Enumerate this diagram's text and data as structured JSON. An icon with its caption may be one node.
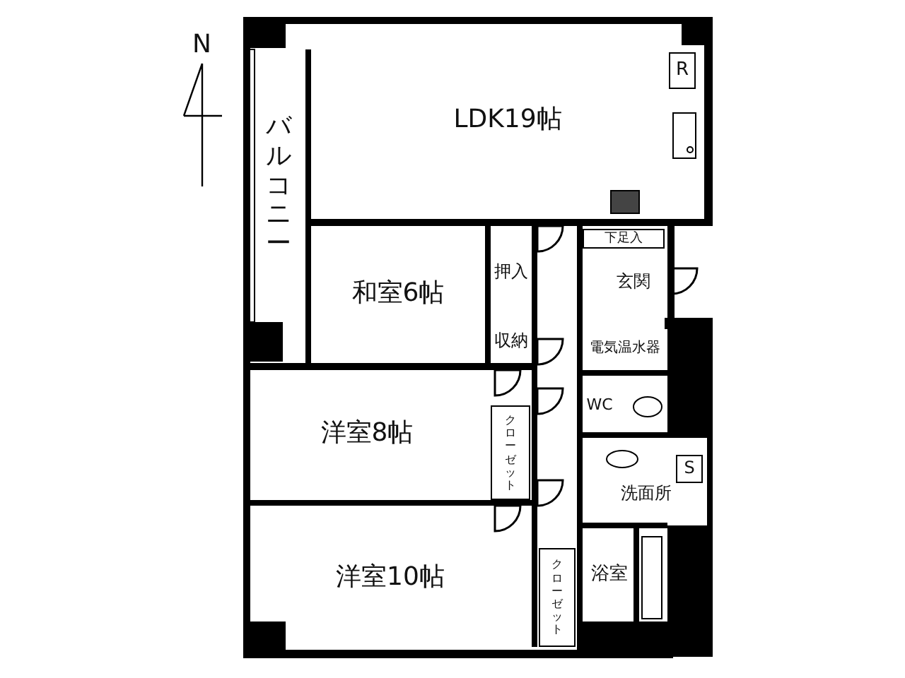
{
  "diagram": {
    "nodes": [
      {
        "text": [
          "LDK19帖"
        ]
      },
      {
        "text": [
          "R"
        ],
        "in": 0
      },
      {
        "text": [
          "バルコニー"
        ]
      },
      {
        "text": [
          "和室6帖"
        ]
      },
      {
        "text": [
          "押入"
        ]
      },
      {
        "text": [
          "収納"
        ]
      },
      {
        "text": [
          "下足入"
        ]
      },
      {
        "text": [
          "玄関"
        ]
      },
      {
        "text": [
          "電気温水器"
        ]
      },
      {
        "text": [
          "WC"
        ]
      },
      {
        "text": [
          "洋室8帖"
        ]
      },
      {
        "text": [
          "クローゼット"
        ]
      },
      {
        "text": [
          "洗面所"
        ]
      },
      {
        "text": [
          "S"
        ],
        "in": 12
      },
      {
        "text": [
          "洋室10帖"
        ]
      },
      {
        "text": [
          "クローゼット"
        ]
      },
      {
        "text": [
          "浴室"
        ]
      }
    ],
    "labels": [
      "N"
    ]
  }
}
